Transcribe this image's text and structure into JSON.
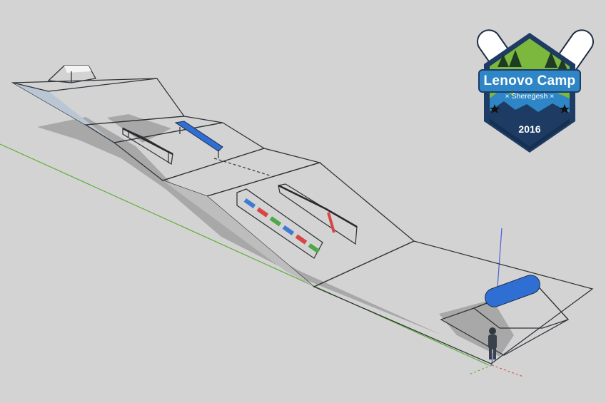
{
  "badge": {
    "title": "Lenovo Camp",
    "subtitle": "× Sheregesh ×",
    "year": "2016"
  },
  "colors": {
    "background": "#d3d3d3",
    "slope_shade": "#c5d1de",
    "slope_grey": "#b5b5b5",
    "ground_shadow": "#a9a9a9",
    "axis_green": "#5dae33",
    "axis_blue": "#4c5fd9",
    "rail_blue": "#2f6fd4",
    "badge_green": "#79b83a",
    "badge_blue": "#2f86c6",
    "badge_navy": "#1d3b63"
  },
  "icons": {
    "model_figure": "person-figure-icon",
    "badge_star": "star-icon",
    "badge_tree": "pine-tree-icon",
    "badge_snowboard": "snowboard-icon"
  }
}
